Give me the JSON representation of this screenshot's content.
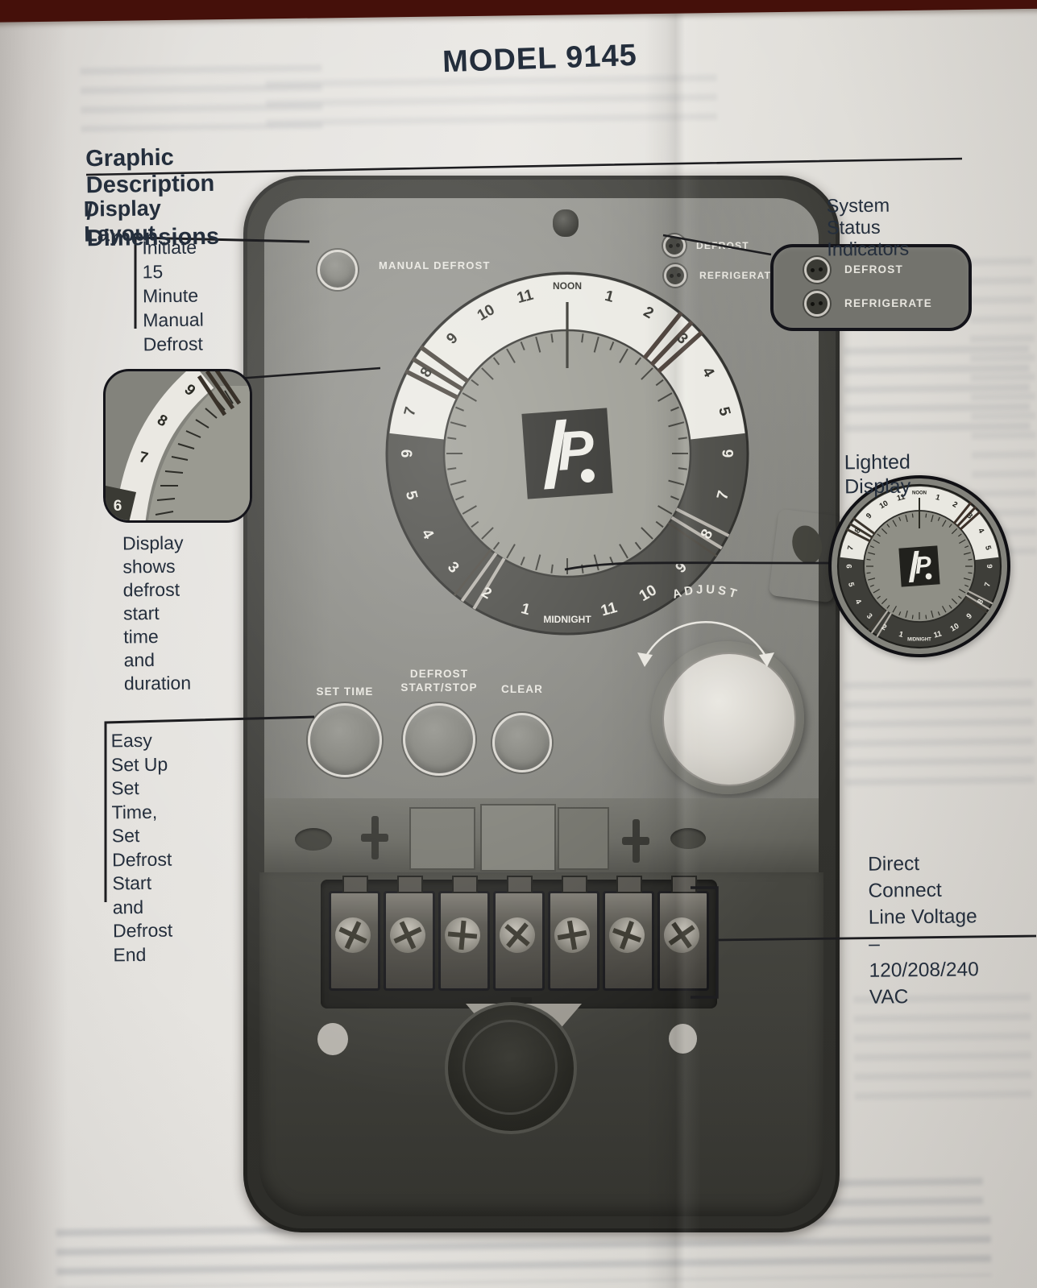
{
  "page": {
    "title": "MODEL 9145",
    "section_heading": "Graphic Description / Dimensions",
    "display_layout_heading": "Display Layout"
  },
  "callouts": {
    "initiate_defrost_lines": [
      "Initiate 15",
      "Minute",
      "Manual",
      "Defrost"
    ],
    "system_status_lines": [
      "System Status",
      "Indicators"
    ],
    "display_shows_lines": [
      "Display",
      "shows",
      "defrost start",
      "time and",
      "duration"
    ],
    "lighted_display_label": "Lighted Display",
    "easy_setup_lines": [
      "Easy",
      "Set Up",
      "Set Time,",
      "Set Defrost",
      "Start",
      "and Defrost",
      "End"
    ],
    "direct_connect_lines": [
      "Direct Connect",
      "Line Voltage –",
      "120/208/240 VAC"
    ]
  },
  "device": {
    "manual_defrost_button_label": "MANUAL DEFROST",
    "status_indicators": [
      "DEFROST",
      "REFRIGERATE"
    ],
    "status_box_indicators": [
      "DEFROST",
      "REFRIGERATE"
    ],
    "buttons": {
      "set_time": "SET TIME",
      "defrost_line1": "DEFROST",
      "defrost_line2": "START/STOP",
      "clear": "CLEAR",
      "adjust": "ADJUST"
    },
    "clock": {
      "noon_label": "NOON",
      "midnight_label": "MIDNIGHT",
      "day_numbers_pm": [
        "1",
        "2",
        "3",
        "4",
        "5"
      ],
      "day_numbers_am": [
        "7",
        "8",
        "9",
        "10",
        "11"
      ],
      "night_numbers_pm": [
        "6",
        "7",
        "8",
        "9",
        "10",
        "11"
      ],
      "night_numbers_am": [
        "1",
        "2",
        "3",
        "4",
        "5",
        "6"
      ],
      "logo_letter": "P"
    },
    "inset_detail_numbers": [
      "9",
      "8",
      "7",
      "6"
    ]
  },
  "colors": {
    "surface": "#45100a",
    "paper": "#e2e0dc",
    "ink": "#242e3c",
    "device_case": "#343430",
    "panel": "#86867f",
    "dial_light": "#e9e8e1",
    "dial_dark": "#3e3e39",
    "knob": "#d5d2cb"
  }
}
